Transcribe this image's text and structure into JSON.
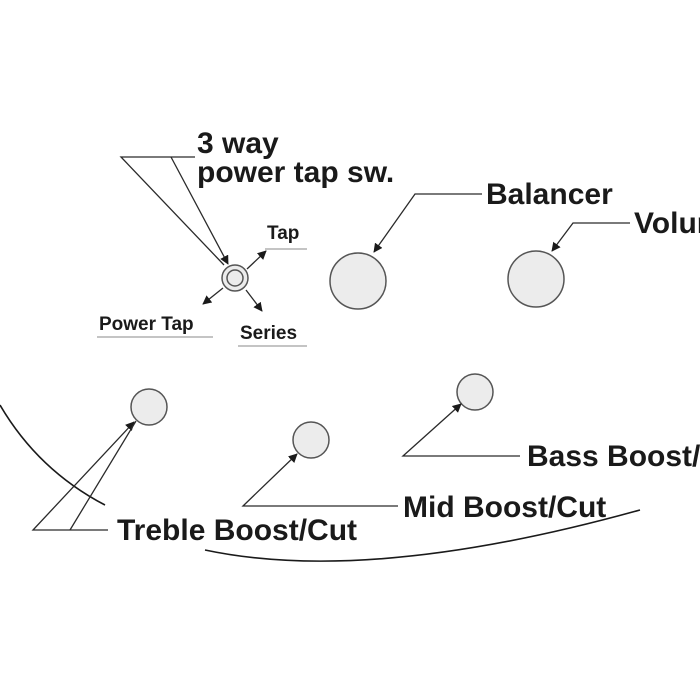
{
  "diagram": {
    "labels": {
      "switch_title_line1": "3 way",
      "switch_title_line2": "power tap sw.",
      "tap": "Tap",
      "power_tap": "Power Tap",
      "series": "Series",
      "balancer": "Balancer",
      "volume": "Volum",
      "treble": "Treble Boost/Cut",
      "mid": "Mid Boost/Cut",
      "bass": "Bass Boost/C"
    },
    "colors": {
      "knob_fill": "#ececec",
      "knob_stroke": "#555555",
      "line": "#2a2a2a",
      "text": "#1a1a1a"
    }
  }
}
